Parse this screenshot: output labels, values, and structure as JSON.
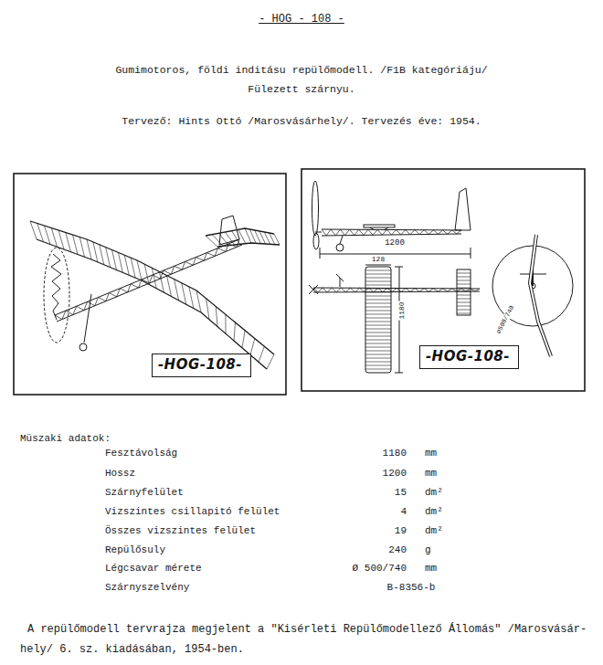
{
  "diagram": {
    "title": "- HOG - 108 -",
    "nodes": [
      {
        "text": [
          "-HOG-108-"
        ]
      },
      {
        "text": [
          "-HOG-108-"
        ]
      }
    ],
    "labels": [
      "Gumimotoros, földi inditásu repülőmodell. /F1B kategóriáju/",
      "Fülezett szárnyu.",
      "Tervező: Hints Ottó /Marosvásárhely/. Tervezés éve: 1954.",
      "1200",
      "128",
      "1180",
      "ø500/740",
      "Müszaki adatok:",
      "Fesztávolság",
      "1180",
      "mm",
      "Hossz",
      "1200",
      "mm",
      "Szárnyfelület",
      "15",
      "dm²",
      "Vizszintes csillapitó felület",
      "4",
      "dm²",
      "Összes vizszintes felület",
      "19",
      "dm²",
      "Repülősuly",
      "240",
      "g",
      "Légcsavar mérete",
      "Ø 500/740",
      "mm",
      "Szárnyszelvény",
      "B-8356-b",
      "A repülőmodell tervrajza megjelent a \"Kisérleti Repülőmodellező Állomás\" /Marosvásár-",
      "hely/ 6. sz. kiadásában, 1954-ben."
    ]
  }
}
